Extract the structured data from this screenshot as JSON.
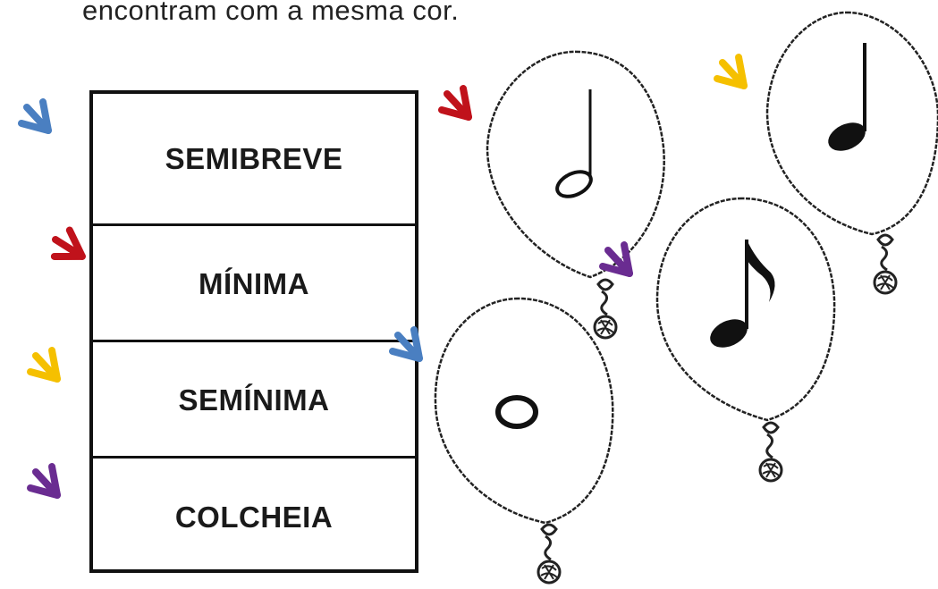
{
  "instruction": "encontram com a mesma cor.",
  "table": {
    "rows": [
      {
        "label": "SEMIBREVE",
        "arrow_color": "#4a7fc1"
      },
      {
        "label": "MÍNIMA",
        "arrow_color": "#c0121b"
      },
      {
        "label": "SEMÍNIMA",
        "arrow_color": "#f5c000"
      },
      {
        "label": "COLCHEIA",
        "arrow_color": "#6a2c91"
      }
    ]
  },
  "balloons": [
    {
      "note": "minima-note-icon",
      "arrow_color": "#c0121b"
    },
    {
      "note": "seminima-note-icon",
      "arrow_color": "#f5c000"
    },
    {
      "note": "colcheia-note-icon",
      "arrow_color": "#6a2c91"
    },
    {
      "note": "semibreve-note-icon",
      "arrow_color": "#4a7fc1"
    }
  ]
}
